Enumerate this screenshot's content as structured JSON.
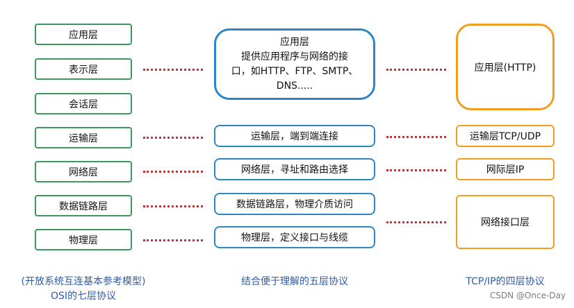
{
  "osi_layers": [
    "应用层",
    "表示层",
    "会话层",
    "运输层",
    "网络层",
    "数据链路层",
    "物理层"
  ],
  "five_layers": {
    "application": [
      "应用层",
      "提供应用程序与网络的接",
      "口，如HTTP、FTP、SMTP、",
      "DNS....."
    ],
    "transport": "运输层，端到端连接",
    "network": "网络层，寻址和路由选择",
    "datalink": "数据链路层，物理介质访问",
    "physical": "物理层，定义接口与线缆"
  },
  "tcpip_layers": {
    "application": "应用层(HTTP)",
    "transport": "运输层TCP/UDP",
    "internet": "网际层IP",
    "link": "网络接口层"
  },
  "captions": {
    "osi_line1": "(开放系统互连基本参考模型)",
    "osi_line2": "OSI的七层协议",
    "five": "结合便于理解的五层协议",
    "tcpip": "TCP/IP的四层协议"
  },
  "watermark": "CSDN @Once-Day",
  "colors": {
    "osi_border": "#3a9a5b",
    "five_border": "#2b86c5",
    "tcpip_border": "#f29d1f",
    "connector": "#d62b2b",
    "caption_text": "#2f5aa8"
  }
}
